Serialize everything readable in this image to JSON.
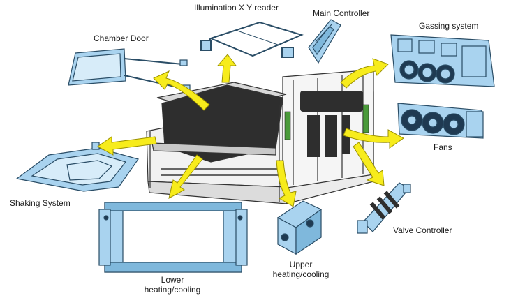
{
  "labels": {
    "chamber_door": "Chamber Door",
    "illumination_reader": "Illumination X Y reader",
    "main_controller": "Main Controller",
    "gassing_system": "Gassing system",
    "fans": "Fans",
    "valve_controller": "Valve Controller",
    "shaking_system": "Shaking System",
    "lower_heating_line1": "Lower",
    "lower_heating_line2": "heating/cooling",
    "upper_heating_line1": "Upper",
    "upper_heating_line2": "heating/cooling"
  },
  "colors": {
    "component_fill": "#a9d3ef",
    "component_stroke": "#2a4d66",
    "arrow_fill": "#f7ec1c",
    "arrow_stroke": "#9c9200",
    "body_stroke": "#333333",
    "dark_panel": "#2e2e2e"
  }
}
